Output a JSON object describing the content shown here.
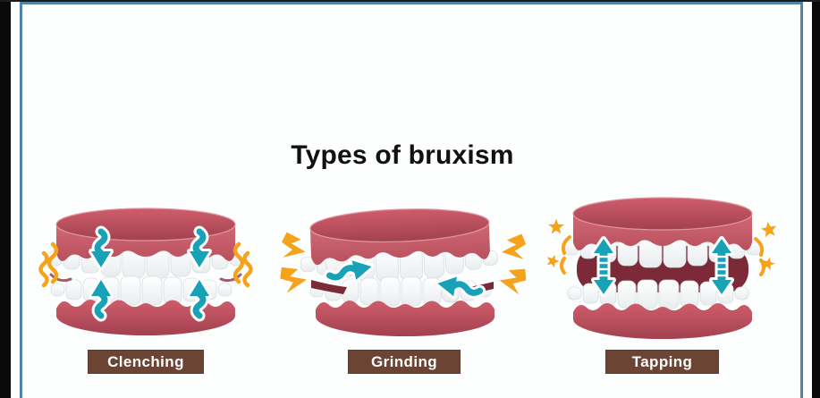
{
  "page": {
    "title": "Types of bruxism"
  },
  "panels": [
    {
      "id": "clenching",
      "label": "Clenching",
      "motion_icon": "vertical-pressure-arrows",
      "stress_icon": "squiggle-vibration-lines"
    },
    {
      "id": "grinding",
      "label": "Grinding",
      "motion_icon": "horizontal-grind-arrows",
      "stress_icon": "lightning-bolts"
    },
    {
      "id": "tapping",
      "label": "Tapping",
      "motion_icon": "double-headed-tap-arrows",
      "stress_icon": "impact-stars"
    }
  ],
  "colors": {
    "strip": "#0a0a0a",
    "card-border": "#4f86ae",
    "card-bg": "#fdfefe",
    "title-color": "#111111",
    "gum-light": "#de737f",
    "gum-mid": "#cf5d6b",
    "gum-dark": "#b8505e",
    "gum-dark2": "#a2414f",
    "mouth": "#7c2a37",
    "tooth-stroke": "#d9dfe2",
    "teal": "#17a2b8",
    "orange": "#f6a31c",
    "label-bg": "#6b4434",
    "label-text": "#ffffff"
  }
}
